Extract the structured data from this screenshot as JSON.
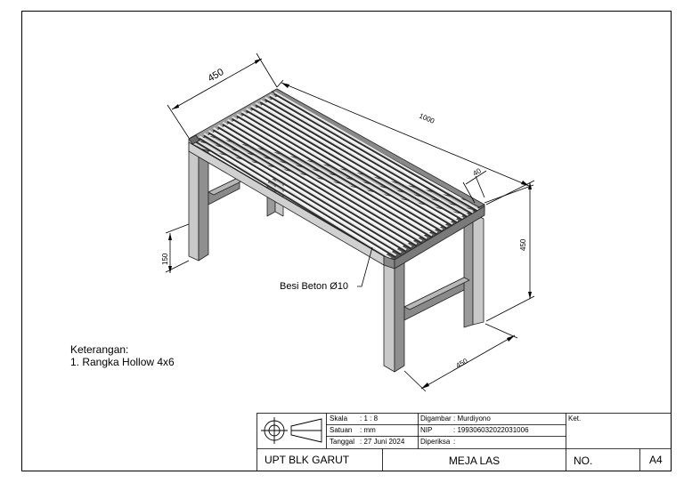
{
  "drawing": {
    "dimensions": {
      "top_width": "450",
      "length": "1000",
      "tube": "40",
      "height": "450",
      "bottom_width": "450",
      "brace_height": "150"
    },
    "callout": "Besi Beton Ø10"
  },
  "notes": {
    "heading": "Keterangan:",
    "items": [
      "1. Rangka Hollow 4x6"
    ]
  },
  "title_block": {
    "scale_label": "Skala",
    "scale_value": ": 1 : 8",
    "unit_label": "Satuan",
    "unit_value": ": mm",
    "date_label": "Tanggal",
    "date_value": ": 27 Juni 2024",
    "drawn_by_label": "Digambar",
    "drawn_by_value": ": Murdiyono",
    "nip_label": "NIP",
    "nip_value": ": 199306032022031006",
    "checked_label": "Diperiksa",
    "checked_value": ":",
    "remarks_label": "Ket.",
    "institution": "UPT BLK GARUT",
    "title": "MEJA LAS",
    "number_label": "NO.",
    "sheet_size": "A4"
  },
  "symbols": {
    "projection": "first-angle-projection-icon"
  }
}
